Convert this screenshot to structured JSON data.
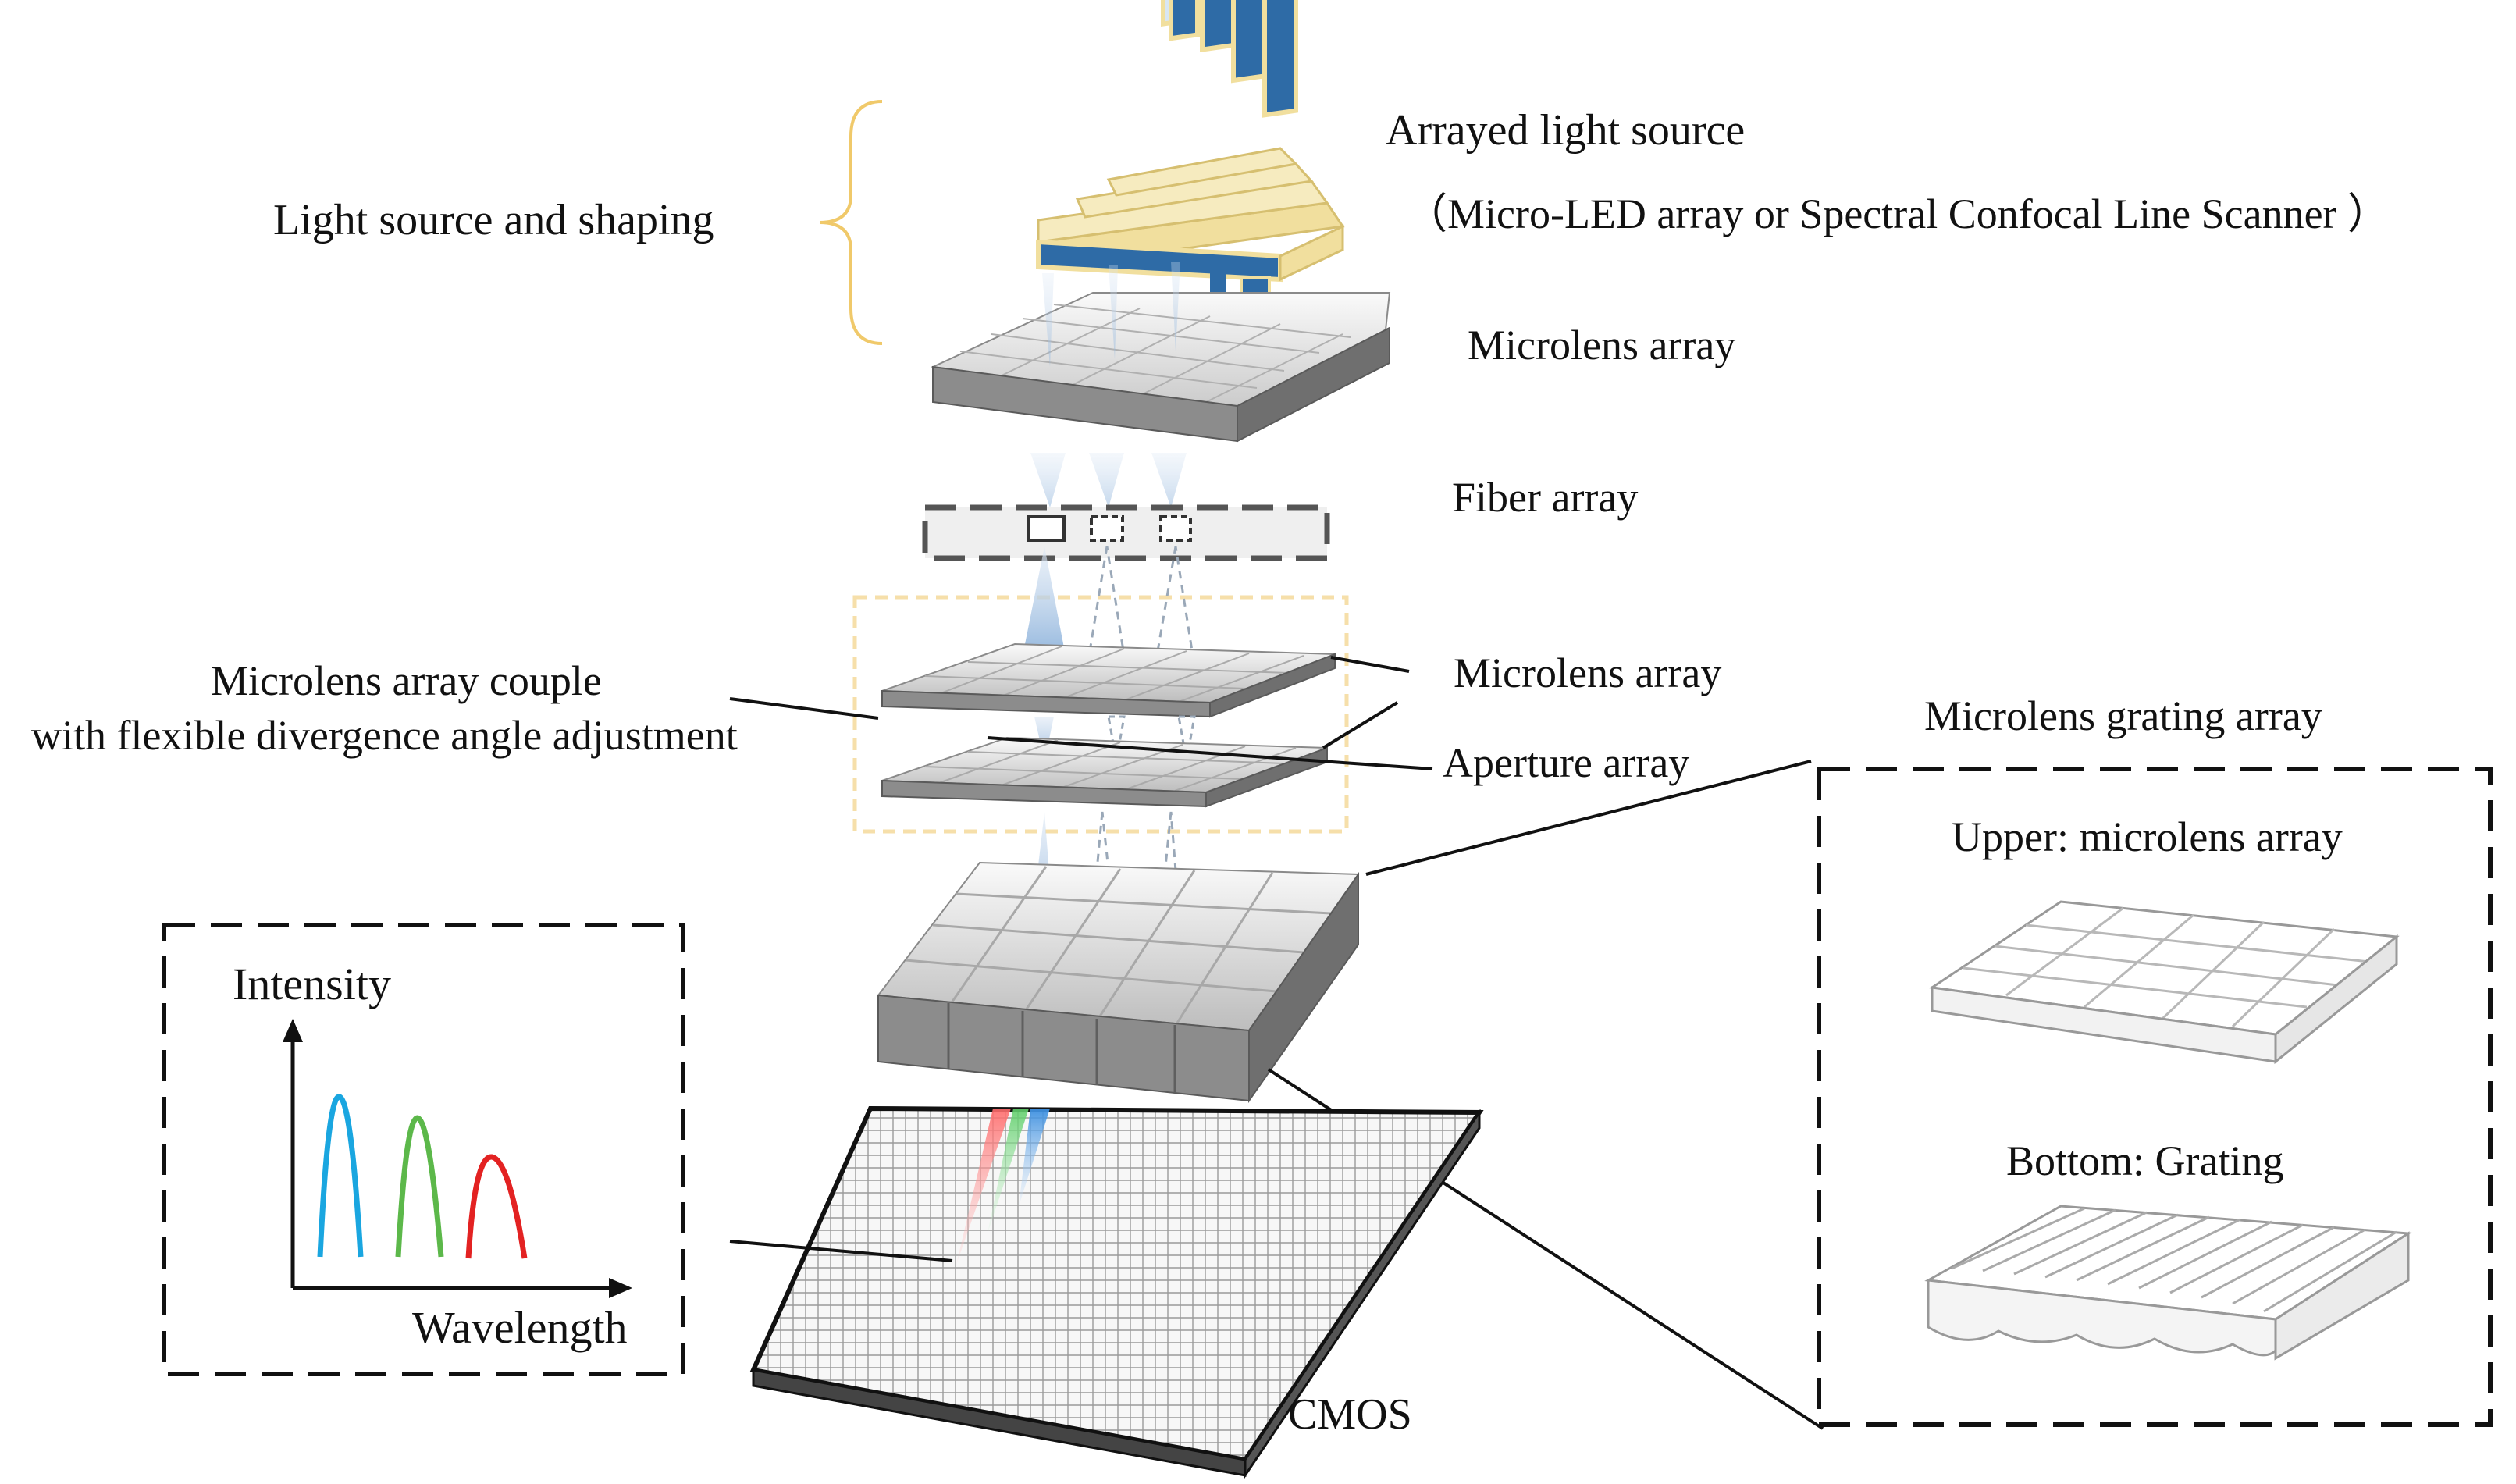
{
  "labels": {
    "light_source_shaping": "Light source and shaping",
    "arrayed_light_source": "Arrayed light source",
    "arrayed_light_source_note": "（Micro-LED array or Spectral Confocal Line Scanner ）",
    "microlens_array_top": "Microlens array",
    "fiber_array": "Fiber array",
    "microlens_couple_line1": "Microlens array couple",
    "microlens_couple_line2": "with flexible divergence angle adjustment",
    "microlens_array_mid": "Microlens array",
    "aperture_array": "Aperture array",
    "microlens_grating_array": "Microlens grating array",
    "upper_microlens": "Upper: microlens array",
    "bottom_grating": "Bottom: Grating",
    "cmos": "CMOS"
  },
  "spectrum_inset": {
    "y_label": "Intensity",
    "x_label": "Wavelength",
    "peaks": [
      {
        "color": "#1aa6e0",
        "name": "blue"
      },
      {
        "color": "#5cb84a",
        "name": "green"
      },
      {
        "color": "#e32222",
        "name": "red"
      }
    ]
  },
  "colors": {
    "lens_fill": "#e6e6e6",
    "lens_side": "#7d7d7d",
    "led_blue": "#2e6ba6",
    "frame_yellow": "#f1df9e",
    "beam": "#a9c6e4",
    "dash": "#1a1a1a"
  }
}
